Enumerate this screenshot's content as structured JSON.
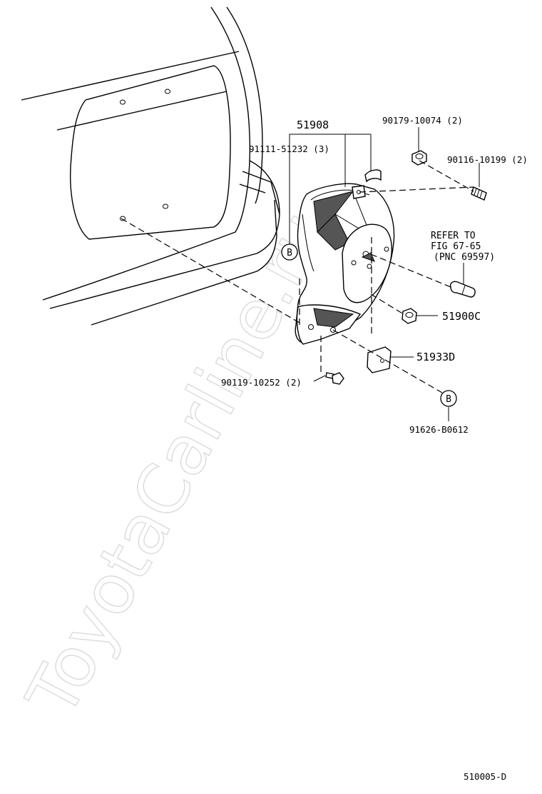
{
  "watermark": "ToyotaCarline.ru",
  "diagram_code": "510005-D",
  "parts": {
    "bracket": "51908",
    "bracket_bolt": "91111-51232 (3)",
    "nut_top": "90179-10074 (2)",
    "stud": "90116-10199 (2)",
    "nut_side": "51900C",
    "clip": "51933D",
    "lower_bolt": "90119-10252 (2)",
    "b_part": "91626-B0612"
  },
  "refer": {
    "line1": "REFER TO",
    "line2": "FIG 67-65",
    "line3": "(PNC 69597)"
  },
  "callouts": {
    "b_left": "B",
    "b_right": "B"
  }
}
